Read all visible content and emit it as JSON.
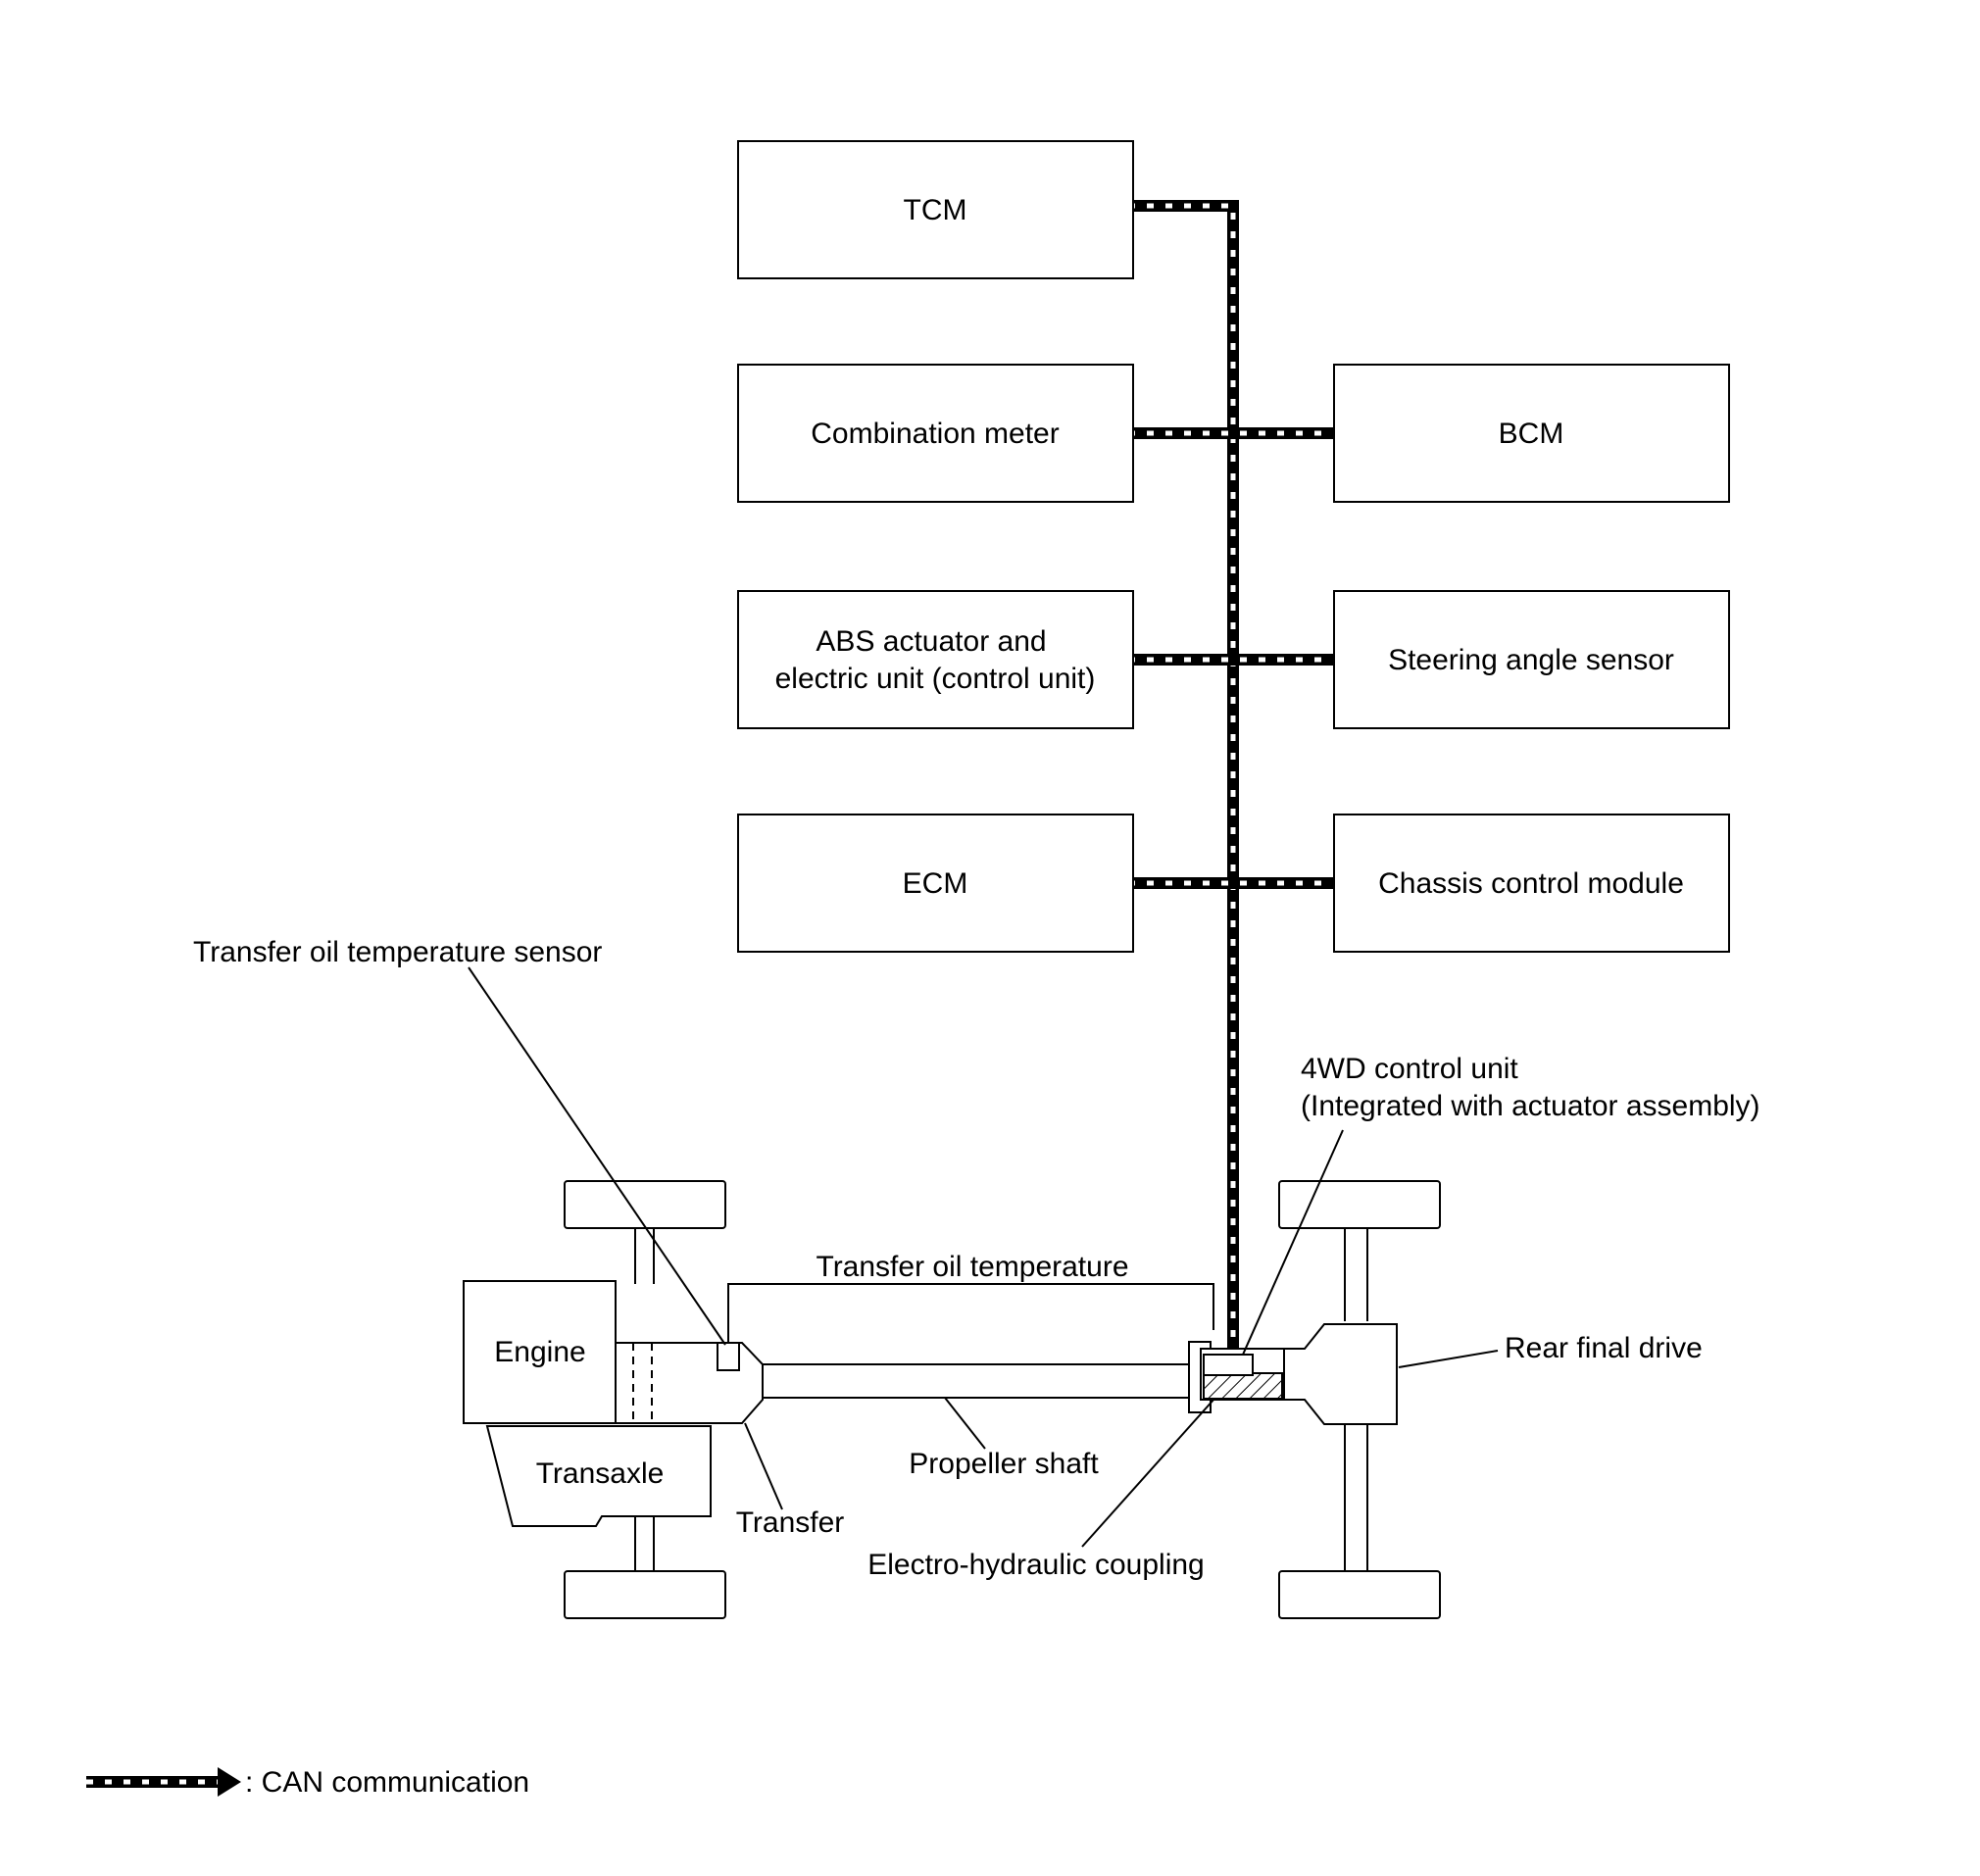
{
  "modules": {
    "tcm": "TCM",
    "combination_meter": "Combination meter",
    "bcm": "BCM",
    "abs_line1": "ABS actuator and",
    "abs_line2": "electric unit (control unit)",
    "steering_angle_sensor": "Steering angle sensor",
    "ecm": "ECM",
    "chassis_control_module": "Chassis control module"
  },
  "callouts": {
    "transfer_oil_temp_sensor": "Transfer oil temperature sensor",
    "fourwd_unit_line1": "4WD control unit",
    "fourwd_unit_line2": "(Integrated with actuator assembly)",
    "transfer_oil_temperature": "Transfer oil temperature",
    "rear_final_drive": "Rear final drive",
    "engine": "Engine",
    "transaxle": "Transaxle",
    "transfer": "Transfer",
    "propeller_shaft": "Propeller shaft",
    "electro_hydraulic_coupling": "Electro-hydraulic coupling"
  },
  "legend": {
    "can_communication": ": CAN communication"
  }
}
